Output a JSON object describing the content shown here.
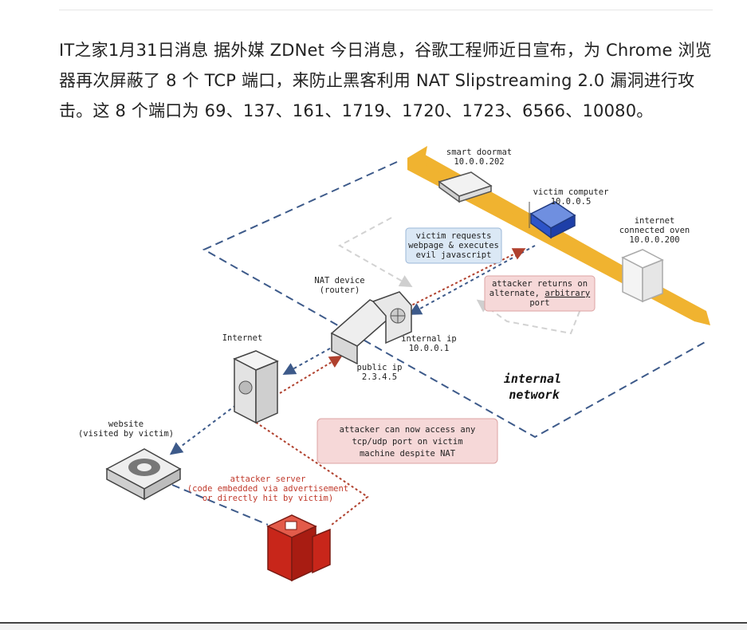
{
  "article": {
    "paragraph": "IT之家1月31日消息 据外媒 ZDNet 今日消息，谷歌工程师近日宣布，为 Chrome 浏览器再次屏蔽了 8 个 TCP 端口，来防止黑客利用 NAT Slipstreaming 2.0 漏洞进行攻击。这 8 个端口为 69、137、161、1719、1720、1723、6566、10080。"
  },
  "diagram": {
    "doormat": {
      "line1": "smart doormat",
      "line2": "10.0.0.202"
    },
    "victim_computer": {
      "line1": "victim computer",
      "line2": "10.0.0.5"
    },
    "oven": {
      "line1": "internet",
      "line2": "connected oven",
      "line3": "10.0.0.200"
    },
    "victim_request": {
      "line1": "victim requests",
      "line2": "webpage & executes",
      "line3": "evil javascript"
    },
    "attacker_returns": {
      "line1": "attacker returns on",
      "line2_a": "alternate, ",
      "line2_b": "arbitrary",
      "line3": "port"
    },
    "nat_device": {
      "line1": "NAT device",
      "line2": "(router)"
    },
    "internal_ip": {
      "line1": "internal ip",
      "line2": "10.0.0.1"
    },
    "public_ip": {
      "line1": "public ip",
      "line2": "2.3.4.5"
    },
    "internet": {
      "label": "Internet"
    },
    "internal_network": {
      "line1": "internal",
      "line2": "network"
    },
    "attacker_access": {
      "line1": "attacker can now access any",
      "line2": "tcp/udp port on victim",
      "line3": "machine despite NAT"
    },
    "website": {
      "line1": "website",
      "line2": "(visited by victim)"
    },
    "attacker_server": {
      "line1": "attacker server",
      "line2": "(code embedded via advertisement",
      "line3": "or directly hit by victim)"
    }
  },
  "colors": {
    "network_band": "#f0b330",
    "blue_dash": "#3d5a8a",
    "red_dots": "#b0412e",
    "note_blue_bg": "#dbe8f5",
    "note_red_bg": "#f6d8d8"
  }
}
